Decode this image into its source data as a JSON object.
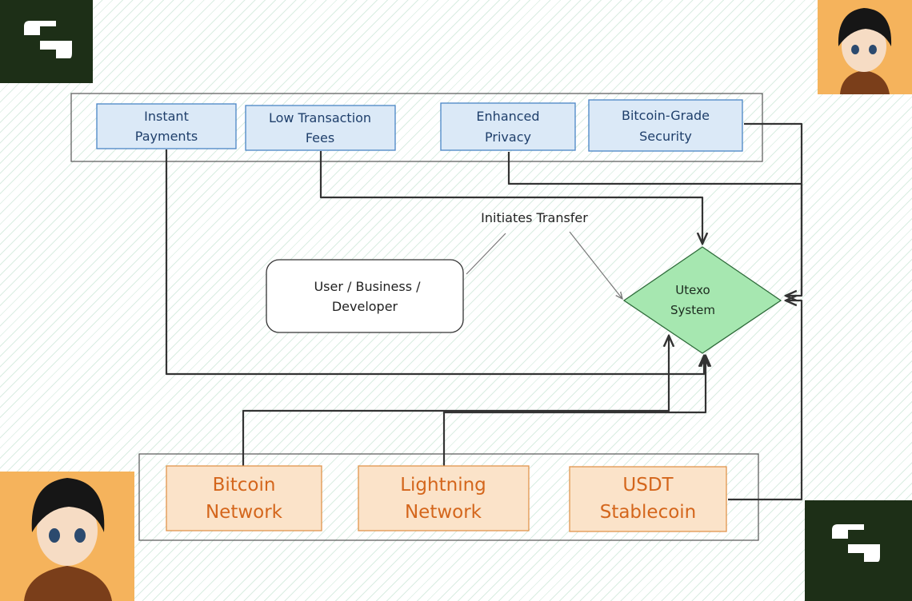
{
  "benefits": [
    {
      "line1": "Instant",
      "line2": "Payments"
    },
    {
      "line1": "Low Transaction",
      "line2": "Fees"
    },
    {
      "line1": "Enhanced",
      "line2": "Privacy"
    },
    {
      "line1": "Bitcoin-Grade",
      "line2": "Security"
    }
  ],
  "user": {
    "line1": "User / Business /",
    "line2": "Developer"
  },
  "edge_label": "Initiates Transfer",
  "system": {
    "line1": "Utexo",
    "line2": "System"
  },
  "networks": [
    {
      "line1": "Bitcoin",
      "line2": "Network"
    },
    {
      "line1": "Lightning",
      "line2": "Network"
    },
    {
      "line1": "USDT",
      "line2": "Stablecoin"
    }
  ],
  "colors": {
    "benefit_fill": "#dbe9f7",
    "network_fill": "#fbe3c9",
    "network_text": "#d4661c",
    "system_fill": "#a6e7b0",
    "logo_tile": "#1d2f17",
    "avatar_bg": "#f5b35c"
  }
}
